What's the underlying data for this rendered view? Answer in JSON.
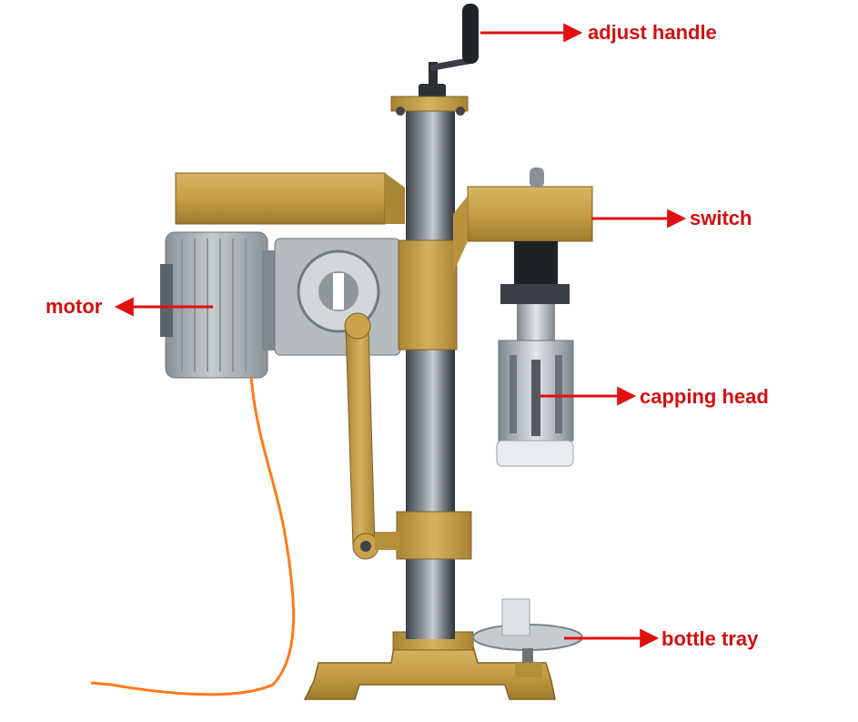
{
  "labels": {
    "adjust_handle": "adjust handle",
    "switch": "switch",
    "motor": "motor",
    "capping_head": "capping head",
    "bottle_tray": "bottle tray"
  },
  "colors": {
    "label_text": "#d40f0f",
    "arrow": "#e01010",
    "gold_body": "#c9a24a",
    "steel": "#9aa3ab",
    "motor_grey": "#a7aeb3",
    "power_cord": "#ff7a1a",
    "background": "#ffffff"
  }
}
